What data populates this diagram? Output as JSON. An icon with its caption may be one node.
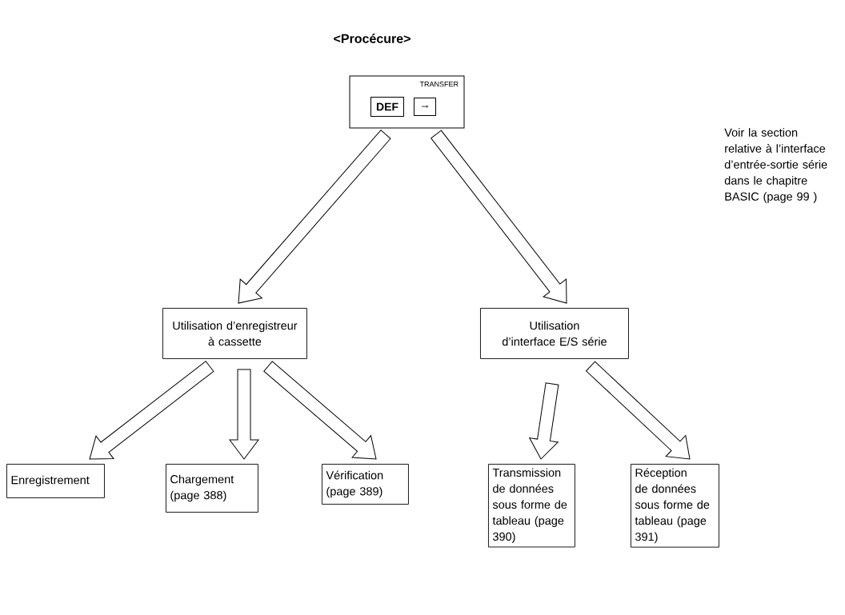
{
  "diagram": {
    "title": "<Procécure>",
    "nodes": [
      {
        "text": [
          "TRANSFER"
        ]
      },
      {
        "text": [
          "DEF"
        ],
        "in": 0
      },
      {
        "text": [
          "→"
        ],
        "in": 0
      },
      {
        "text": [
          "Utilisation d’enregistreur à cassette"
        ]
      },
      {
        "text": [
          "Utilisation d’interface E/S série"
        ]
      },
      {
        "text": [
          "Enregistrement"
        ]
      },
      {
        "text": [
          "Chargement (page 388)"
        ]
      },
      {
        "text": [
          "Vérification (page 389)"
        ]
      },
      {
        "text": [
          "Transmission de données sous forme de tableau (page 390)"
        ]
      },
      {
        "text": [
          "Réception de données sous forme de tableau (page 391)"
        ]
      }
    ],
    "edges": [
      {
        "from": 0,
        "to": 3,
        "arrow": "to"
      },
      {
        "from": 0,
        "to": 4,
        "arrow": "to"
      },
      {
        "from": 3,
        "to": 5,
        "arrow": "to"
      },
      {
        "from": 3,
        "to": 6,
        "arrow": "to"
      },
      {
        "from": 3,
        "to": 7,
        "arrow": "to"
      },
      {
        "from": 4,
        "to": 8,
        "arrow": "to"
      },
      {
        "from": 4,
        "to": 9,
        "arrow": "to"
      }
    ],
    "labels": [
      "Voir la section relative à l’interface d’entrée-sortie série dans le chapitre BASIC (page 99 )"
    ]
  }
}
